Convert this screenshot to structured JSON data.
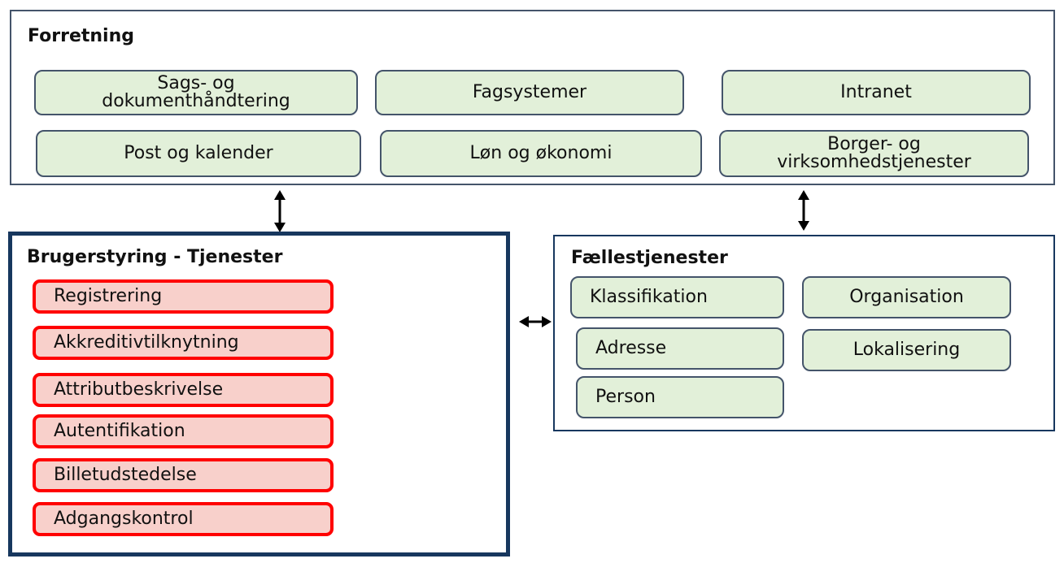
{
  "forretning": {
    "title": "Forretning",
    "items": [
      {
        "lines": [
          "Sags- og",
          "dokumenthåndtering"
        ]
      },
      {
        "lines": [
          "Fagsystemer"
        ]
      },
      {
        "lines": [
          "Intranet"
        ]
      },
      {
        "lines": [
          "Post og kalender"
        ]
      },
      {
        "lines": [
          "Løn og økonomi"
        ]
      },
      {
        "lines": [
          "Borger- og",
          "virksomhedstjenester"
        ]
      }
    ]
  },
  "brugerstyring": {
    "title": "Brugerstyring - Tjenester",
    "items": [
      "Registrering",
      "Akkreditivtilknytning",
      "Attributbeskrivelse",
      "Autentifikation",
      "Billetudstedelse",
      "Adgangskontrol"
    ]
  },
  "faellestjenester": {
    "title": "Fællestjenester",
    "items": [
      "Klassifikation",
      "Organisation",
      "Adresse",
      "Lokalisering",
      "Person"
    ]
  },
  "colors": {
    "green_fill": "#e2f0d9",
    "red_fill": "#f8d0cb",
    "red_border": "#ff0000",
    "dark_navy": "#17375e",
    "slate_border": "#44546a"
  }
}
